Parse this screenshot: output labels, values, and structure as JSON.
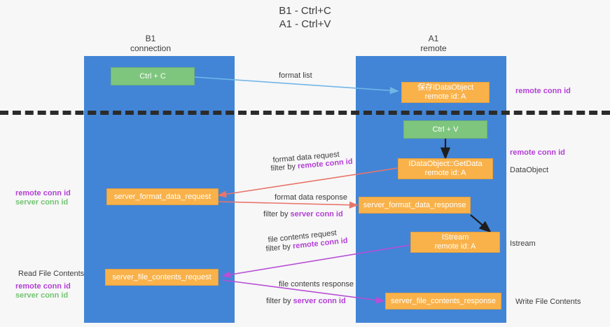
{
  "title": {
    "line1": "B1 - Ctrl+C",
    "line2": "A1 - Ctrl+V"
  },
  "columns": [
    {
      "name": "B1",
      "role": "connection"
    },
    {
      "name": "A1",
      "role": "remote"
    }
  ],
  "boxes": {
    "ctrl_c": {
      "line1": "Ctrl + C",
      "line2": ""
    },
    "idataobject": {
      "line1": "保存IDataObject",
      "line2": "remote id: A"
    },
    "ctrl_v": {
      "line1": "Ctrl + V",
      "line2": ""
    },
    "getdata": {
      "line1": "IDataObject::GetData",
      "line2": "remote id: A"
    },
    "fmt_request": {
      "line1": "server_format_data_request",
      "line2": ""
    },
    "fmt_response": {
      "line1": "server_format_data_response",
      "line2": ""
    },
    "istream": {
      "line1": "IStream",
      "line2": "remote id: A"
    },
    "file_request": {
      "line1": "server_file_contents_request",
      "line2": ""
    },
    "file_response": {
      "line1": "server_file_contents_response",
      "line2": ""
    }
  },
  "edge_labels": {
    "format_list": "format list",
    "fmt_req_l1": "format data request",
    "fmt_req_l2_prefix": "filter by ",
    "fmt_req_l2_key": "remote conn id",
    "fmt_res_l1": "format data response",
    "fmt_res_l2_prefix": "filter by ",
    "fmt_res_l2_key": "server conn id",
    "file_req_l1": "file contents request",
    "file_req_l2_prefix": "filter by ",
    "file_req_l2_key": "remote conn id",
    "file_res_l1": "file contents response",
    "file_res_l2_prefix": "filter by ",
    "file_res_l2_key": "server conn id"
  },
  "annotations": {
    "right_remote_conn_top": "remote conn id",
    "right_remote_conn_mid": "remote conn id",
    "right_dataobject": "DataObject",
    "right_istream": "Istream",
    "right_write_file": "Write File Contents",
    "left_remote_conn_mid": "remote conn id",
    "left_server_conn_mid": "server conn id",
    "left_read_file": "Read File Contents",
    "left_remote_conn_bot": "remote conn id",
    "left_server_conn_bot": "server conn id"
  },
  "colors": {
    "lane": "#4285d6",
    "green_box": "#7ec67e",
    "orange_box": "#f9b24a",
    "magenta": "#b33fd6",
    "green_text": "#5fbf5f",
    "red_arrow": "#e8756b",
    "blue_arrow": "#72b6e8",
    "purple_arrow": "#b84fd6",
    "black_arrow": "#1d1d1d",
    "background": "#f7f7f7"
  }
}
